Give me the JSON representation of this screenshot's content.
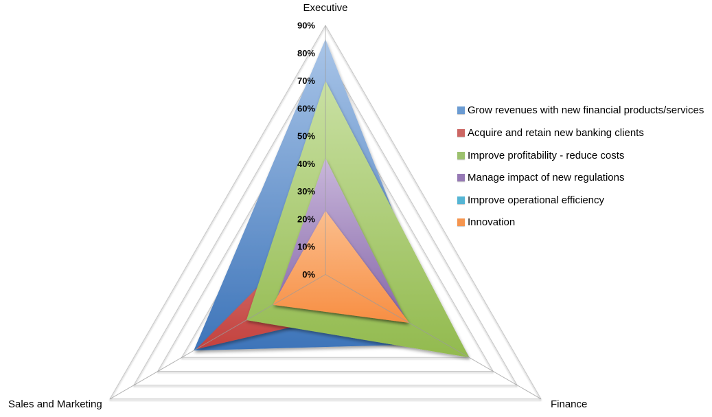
{
  "chart_data": {
    "type": "radar",
    "variant": "filled-radar",
    "title": "",
    "categories": [
      "Executive",
      "Finance",
      "Sales and Marketing"
    ],
    "axis": {
      "min": 0,
      "max": 90,
      "tick_step": 10,
      "tick_labels": [
        "0%",
        "10%",
        "20%",
        "30%",
        "40%",
        "50%",
        "60%",
        "70%",
        "80%",
        "90%"
      ],
      "unit": "%"
    },
    "grid": true,
    "legend_position": "right",
    "series": [
      {
        "name": "Grow revenues with new financial products/services",
        "values": [
          85,
          50,
          55
        ],
        "color": "#6B9BD2",
        "fill_top": "#A9C5E8",
        "fill_bottom": "#3D74B9"
      },
      {
        "name": "Acquire and retain new banking clients",
        "values": [
          20,
          23,
          54
        ],
        "color": "#CC6663",
        "fill_top": "#D5817E",
        "fill_bottom": "#C4413D"
      },
      {
        "name": "Improve profitability - reduce costs",
        "values": [
          70,
          60,
          33
        ],
        "color": "#9CC16E",
        "fill_top": "#C9E0A3",
        "fill_bottom": "#92BA4E"
      },
      {
        "name": "Manage impact of new regulations",
        "values": [
          42,
          34,
          21
        ],
        "color": "#9679B5",
        "fill_top": "#C9B7DB",
        "fill_bottom": "#8566A8"
      },
      {
        "name": "Improve operational efficiency",
        "values": [
          15,
          20,
          15
        ],
        "color": "#55B5D4",
        "fill_top": "#9CD4E4",
        "fill_bottom": "#4BACC6"
      },
      {
        "name": "Innovation",
        "values": [
          23,
          35,
          22
        ],
        "color": "#F5954F",
        "fill_top": "#FBBE8D",
        "fill_bottom": "#F78E43"
      }
    ],
    "grid_color": "#c6c6c6",
    "spoke_color": "#9b9b9b"
  }
}
